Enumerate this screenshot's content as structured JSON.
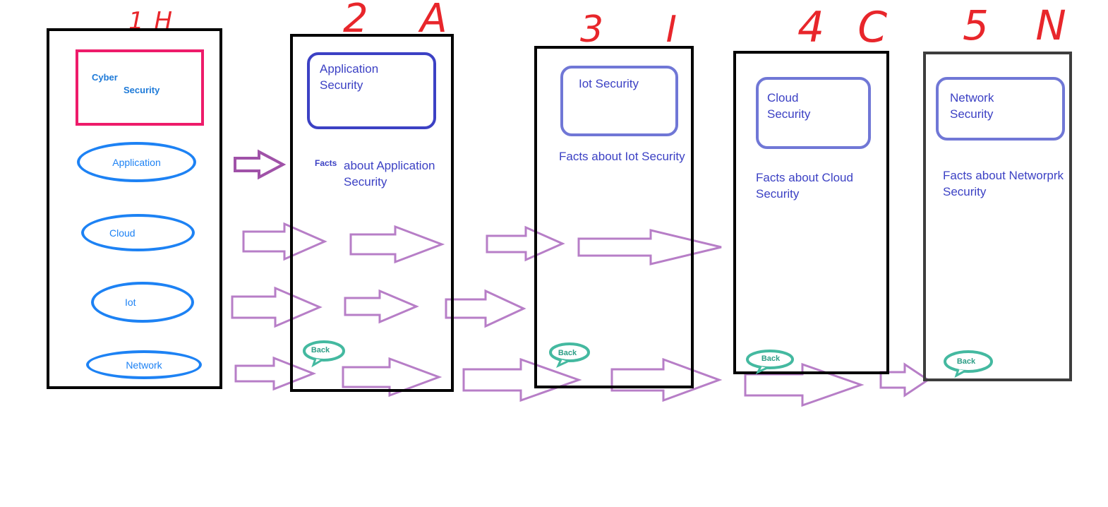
{
  "screens": {
    "home": {
      "marker": "1 H",
      "title_line1": "Cyber",
      "title_line2": "Security",
      "menu": [
        "Application",
        "Cloud",
        "Iot",
        "Network"
      ]
    },
    "application": {
      "marker": "2 A",
      "card_title": "Application\nSecurity",
      "facts_prefix": "Facts",
      "facts": "about Application\nSecurity",
      "back": "Back"
    },
    "iot": {
      "marker": "3 I",
      "card_title": "Iot Security",
      "facts": "Facts about Iot Security",
      "back": "Back"
    },
    "cloud": {
      "marker": "4 C",
      "card_title": "Cloud\nSecurity",
      "facts": "Facts about Cloud\nSecurity",
      "back": "Back"
    },
    "network": {
      "marker": "5 N",
      "card_title": "Network\nSecurity",
      "facts": "Facts about Networprk\nSecurity",
      "back": "Back"
    }
  },
  "colors": {
    "screen_border": "#000000",
    "card_border": "#7077d6",
    "card_text": "#3c41c4",
    "menu_pill": "#1d82f4",
    "title_box": "#ee1b6a",
    "arrow": "#b77ec7",
    "back_bubble": "#44b9a0",
    "marker": "#e8262b"
  }
}
